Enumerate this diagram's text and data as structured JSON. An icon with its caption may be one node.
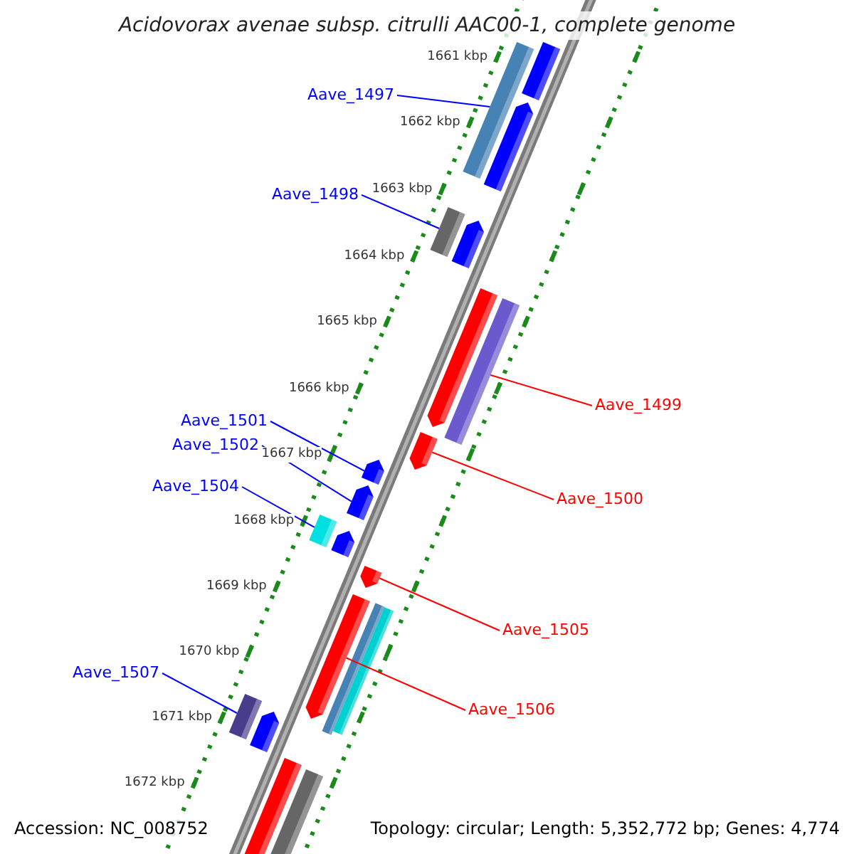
{
  "diagram": {
    "title": "Acidovorax avenae subsp. citrulli AAC00-1, complete genome",
    "nodes": [
      {
        "text": [
          "Aave_1497"
        ]
      },
      {
        "text": [
          "Aave_1498"
        ]
      },
      {
        "text": [
          "Aave_1499"
        ]
      },
      {
        "text": [
          "Aave_1501"
        ]
      },
      {
        "text": [
          "Aave_1502"
        ]
      },
      {
        "text": [
          "Aave_1500"
        ]
      },
      {
        "text": [
          "Aave_1504"
        ]
      },
      {
        "text": [
          "Aave_1505"
        ]
      },
      {
        "text": [
          "Aave_1506"
        ]
      },
      {
        "text": [
          "Aave_1507"
        ]
      },
      {
        "text": [],
        "shape": "bar"
      },
      {
        "text": [],
        "shape": "bar"
      },
      {
        "text": [],
        "shape": "bar"
      },
      {
        "text": [],
        "shape": "bar"
      },
      {
        "text": [],
        "shape": "bar"
      },
      {
        "text": [],
        "shape": "bar"
      },
      {
        "text": [],
        "shape": "bar"
      },
      {
        "text": [],
        "shape": "bar"
      },
      {
        "text": [],
        "shape": "bar"
      },
      {
        "text": [],
        "shape": "bar"
      },
      {
        "text": [],
        "shape": "bar"
      },
      {
        "text": [],
        "shape": "bar"
      },
      {
        "text": [],
        "shape": "bar"
      },
      {
        "text": [],
        "shape": "bar"
      },
      {
        "text": [],
        "shape": "bar"
      },
      {
        "text": [],
        "shape": "bar"
      },
      {
        "text": [],
        "shape": "bar"
      },
      {
        "text": [],
        "shape": "bar"
      },
      {
        "text": [],
        "shape": "bar"
      },
      {
        "text": [],
        "shape": "bar"
      }
    ],
    "edges": [
      {
        "from": 0,
        "to": 10,
        "arrow": "none"
      },
      {
        "from": 1,
        "to": 11,
        "arrow": "none"
      },
      {
        "from": 2,
        "to": 12,
        "arrow": "none",
        "color": "#ff0000"
      },
      {
        "from": 3,
        "to": 13,
        "arrow": "none"
      },
      {
        "from": 4,
        "to": 14,
        "arrow": "none"
      },
      {
        "from": 5,
        "to": 15,
        "arrow": "none",
        "color": "#ff0000"
      },
      {
        "from": 6,
        "to": 16,
        "arrow": "none"
      },
      {
        "from": 7,
        "to": 17,
        "arrow": "none",
        "color": "#ff0000"
      },
      {
        "from": 8,
        "to": 18,
        "arrow": "none",
        "color": "#ff0000"
      },
      {
        "from": 9,
        "to": 19,
        "arrow": "none"
      }
    ],
    "labels": [
      "1661 kbp",
      "1662 kbp",
      "1663 kbp",
      "1664 kbp",
      "1665 kbp",
      "1666 kbp",
      "1667 kbp",
      "1668 kbp",
      "1669 kbp",
      "1670 kbp",
      "1671 kbp",
      "1672 kbp",
      "Accession: NC_008752",
      "Topology: circular; Length: 5,352,772 bp; Genes: 4,774"
    ]
  }
}
